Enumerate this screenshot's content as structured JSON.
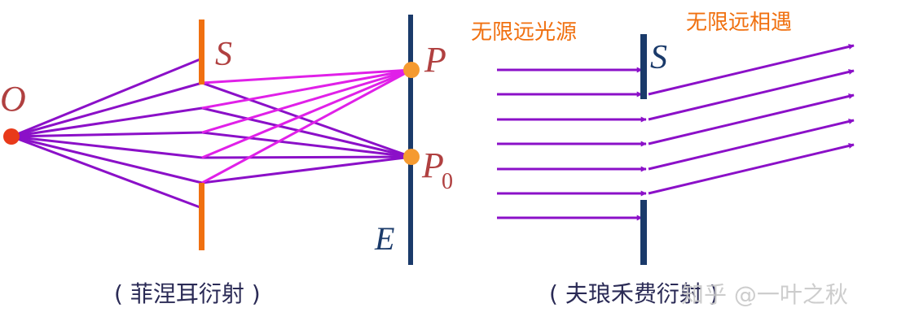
{
  "colors": {
    "purple": "#8b10c8",
    "magenta": "#e020e8",
    "orange": "#f07010",
    "navy": "#1a3a6a",
    "point_fill": "#f59a30",
    "source_fill": "#e83a1a",
    "label_red": "#b04040",
    "label_navy": "#1a3a6a",
    "orange_text": "#f07010",
    "caption": "#2a2a55",
    "watermark": "#c8c8c8"
  },
  "fresnel": {
    "source_label": "O",
    "slit_label": "S",
    "point_p": "P",
    "point_p0": "P",
    "point_p0_sub": "0",
    "screen_label": "E",
    "caption": "( 菲涅耳衍射 )"
  },
  "fraunhofer": {
    "source_text": "无限远光源",
    "meet_text": "无限远相遇",
    "slit_label": "S",
    "caption": "( 夫琅禾费衍射 )"
  },
  "watermark": "知乎 @一叶之秋"
}
